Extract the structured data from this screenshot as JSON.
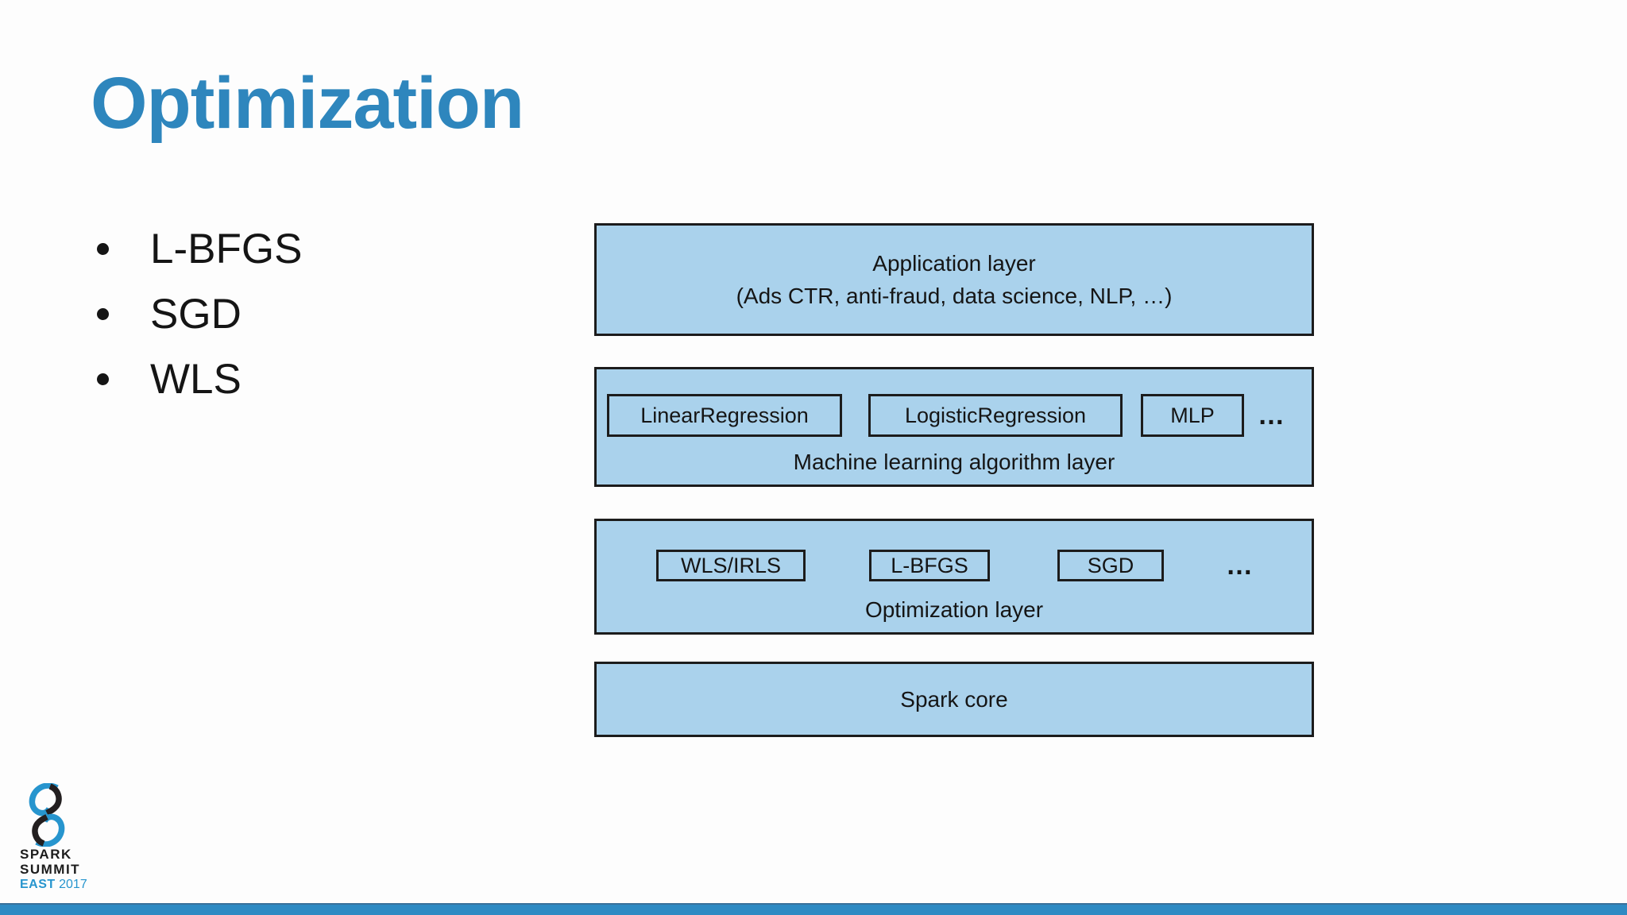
{
  "colors": {
    "title_blue": "#2e86bd",
    "box_fill": "#aad2ec",
    "box_border": "#1c1c1c",
    "bar_blue": "#2e8ac3",
    "bar_edge": "#3a719b",
    "logo_blue": "#2795ce",
    "text_black": "#151515"
  },
  "slide": {
    "title": "Optimization",
    "bullets": [
      "L-BFGS",
      "SGD",
      "WLS"
    ]
  },
  "diagram": {
    "application": {
      "line1": "Application layer",
      "line2": "(Ads CTR, anti-fraud, data science, NLP, …)"
    },
    "ml": {
      "items": [
        "LinearRegression",
        "LogisticRegression",
        "MLP"
      ],
      "more": "…",
      "label": "Machine learning algorithm layer"
    },
    "optimization": {
      "items": [
        "WLS/IRLS",
        "L-BFGS",
        "SGD"
      ],
      "more": "…",
      "label": "Optimization layer"
    },
    "core": {
      "label": "Spark core"
    }
  },
  "footer": {
    "logo": {
      "line1": "SPARK",
      "line2": "SUMMIT",
      "line3_bold": "EAST",
      "line3_year": "2017"
    }
  }
}
